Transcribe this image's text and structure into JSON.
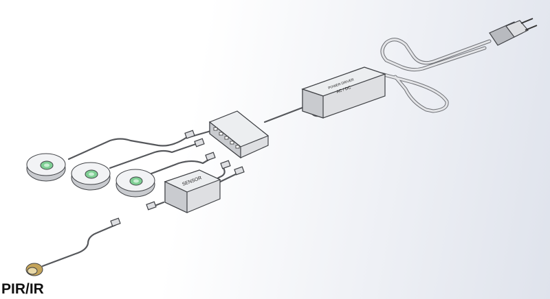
{
  "labels": {
    "driver_title": "POWER DRIVER",
    "driver_subtitle": "AC / DC",
    "sensor": "SENSOR",
    "pir": "PIR/IR"
  },
  "colors": {
    "lens": "#7fcf94",
    "body": "#dedfe2",
    "outline": "#3f4145"
  }
}
